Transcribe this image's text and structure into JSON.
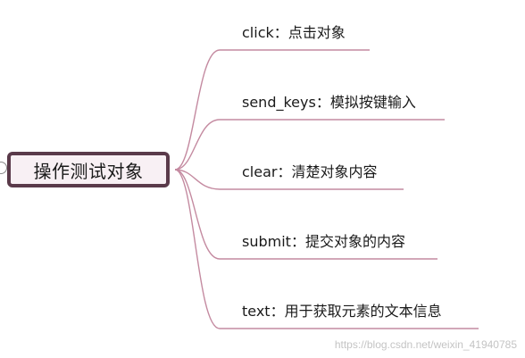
{
  "root": {
    "label": "操作测试对象"
  },
  "branches": [
    {
      "label": "click：点击对象"
    },
    {
      "label": "send_keys：模拟按键输入"
    },
    {
      "label": "clear：清楚对象内容"
    },
    {
      "label": "submit：提交对象的内容"
    },
    {
      "label": "text：用于获取元素的文本信息"
    }
  ],
  "watermark": "https://blog.csdn.net/weixin_41940785",
  "colors": {
    "connector": "#c48aa0",
    "root_border": "#5a3a4a",
    "root_fill": "#f8f0f4"
  }
}
